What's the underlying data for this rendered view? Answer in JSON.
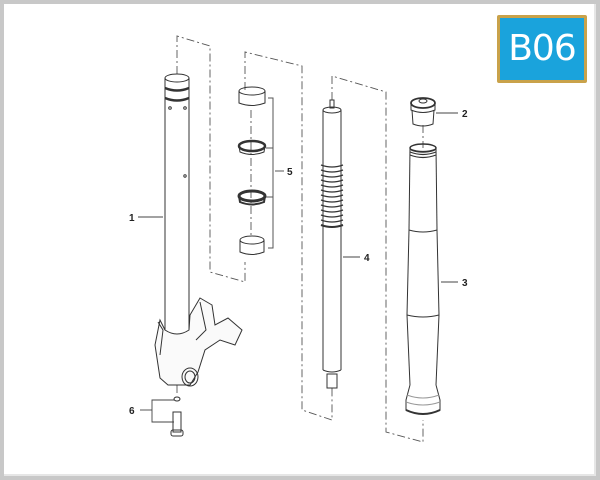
{
  "badge": {
    "label": "B06",
    "bg_color": "#1aa3dc",
    "border_color": "#c9a24a"
  },
  "diagram": {
    "type": "exploded-parts-view",
    "subject": "front fork leg assembly",
    "callouts": [
      {
        "number": "1",
        "part": "fork outer tube with axle bracket"
      },
      {
        "number": "2",
        "part": "fork cap / adjuster"
      },
      {
        "number": "3",
        "part": "fork inner tube"
      },
      {
        "number": "4",
        "part": "damper cartridge with spring"
      },
      {
        "number": "5",
        "part": "bushings and seals set"
      },
      {
        "number": "6",
        "part": "bolt and washer"
      }
    ]
  }
}
